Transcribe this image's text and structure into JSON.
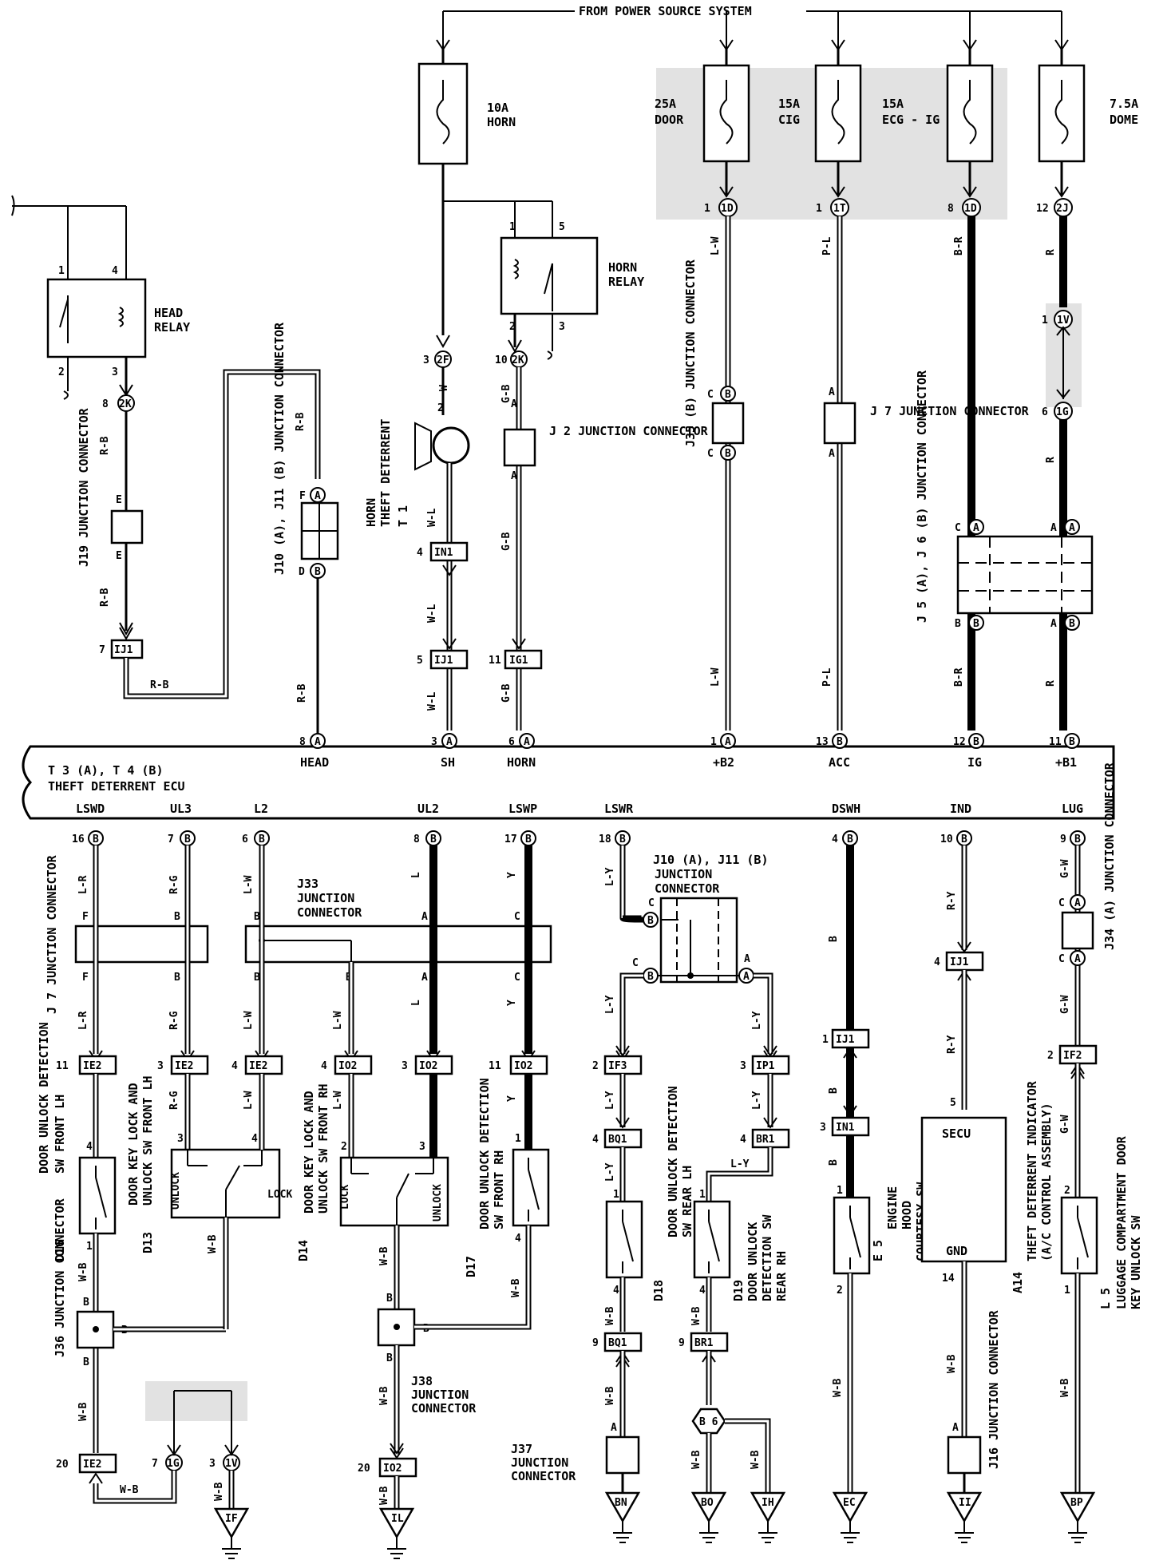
{
  "header": {
    "source": "FROM POWER SOURCE SYSTEM"
  },
  "fuses": [
    {
      "amp": "10A",
      "name": "HORN"
    },
    {
      "amp": "25A",
      "name": "DOOR"
    },
    {
      "amp": "15A",
      "name": "CIG"
    },
    {
      "amp": "15A",
      "name": "ECG - IG"
    },
    {
      "amp": "7.5A",
      "name": "DOME"
    }
  ],
  "relays": {
    "head": {
      "line1": "HEAD",
      "line2": "RELAY"
    },
    "horn": {
      "line1": "HORN",
      "line2": "RELAY"
    }
  },
  "ecu": {
    "id": "T 3 (A), T 4 (B)",
    "name": "THEFT DETERRENT ECU",
    "top_terminals": [
      "HEAD",
      "SH",
      "HORN",
      "+B2",
      "ACC",
      "IG",
      "+B1"
    ],
    "bottom_terminals": [
      "LSWD",
      "UL3",
      "L2",
      "UL2",
      "LSWP",
      "LSWR",
      "DSWH",
      "IND",
      "LUG"
    ]
  },
  "junctions": {
    "j19": "J19 JUNCTION CONNECTOR",
    "j10_j11_top": "J10 (A), J11 (B) JUNCTION CONNECTOR",
    "j2": "J 2 JUNCTION CONNECTOR",
    "j35": "J35 (B) JUNCTION CONNECTOR",
    "j7_top": "J 7 JUNCTION CONNECTOR",
    "j5_j6": "J 5 (A), J 6 (B) JUNCTION CONNECTOR",
    "j7_bottom": "J 7 JUNCTION CONNECTOR",
    "j33": "J33 JUNCTION CONNECTOR",
    "j10_j11_bottom": "J10 (A), J11 (B) JUNCTION CONNECTOR",
    "j34": "J34 (A) JUNCTION CONNECTOR",
    "j36": "J36 JUNCTION CONNECTOR",
    "j38": "J38 JUNCTION CONNECTOR",
    "j37": "J37 JUNCTION CONNECTOR",
    "j16": "J16 JUNCTION CONNECTOR"
  },
  "horn": {
    "id": "T 1",
    "line1": "THEFT DETERRENT",
    "line2": "HORN"
  },
  "switches": {
    "d16": {
      "id": "D16",
      "line1": "DOOR UNLOCK DETECTION",
      "line2": "SW FRONT LH"
    },
    "d13": {
      "id": "D13",
      "line1": "DOOR KEY LOCK AND",
      "line2": "UNLOCK SW FRONT LH",
      "left": "UNLOCK",
      "right": "LOCK"
    },
    "d14": {
      "id": "D14",
      "line1": "DOOR KEY LOCK AND",
      "line2": "UNLOCK SW FRONT RH",
      "left": "LOCK",
      "right": "UNLOCK"
    },
    "d17": {
      "id": "D17",
      "line1": "DOOR UNLOCK DETECTION",
      "line2": "SW FRONT RH"
    },
    "d18": {
      "id": "D18",
      "line1": "DOOR UNLOCK DETECTION",
      "line2": "SW REAR LH"
    },
    "d19": {
      "id": "D19",
      "line1": "DOOR UNLOCK",
      "line2": "DETECTION SW",
      "line3": "REAR RH"
    },
    "e5": {
      "id": "E 5",
      "line1": "ENGINE",
      "line2": "HOOD",
      "line3": "COURTESY SW"
    },
    "a14": {
      "id": "A14",
      "line1": "THEFT DETERRENT INDICATOR",
      "line2": "(A/C CONTROL ASSEMBLY)",
      "top": "SECU",
      "bottom": "GND"
    },
    "l5": {
      "id": "L 5",
      "line1": "LUGGAGE COMPARTMENT DOOR",
      "line2": "KEY UNLOCK SW"
    }
  },
  "grounds": [
    "IF",
    "IL",
    "BN",
    "BO",
    "IH",
    "EC",
    "II",
    "BP"
  ],
  "wires": {
    "rb": "R-B",
    "w": "W",
    "wl": "W-L",
    "gb": "G-B",
    "lw": "L-W",
    "pl": "P-L",
    "br": "B-R",
    "r": "R",
    "lr": "L-R",
    "rg": "R-G",
    "l": "L",
    "y": "Y",
    "ly": "L-Y",
    "b": "B",
    "ry": "R-Y",
    "gw": "G-W",
    "wb": "W-B"
  }
}
